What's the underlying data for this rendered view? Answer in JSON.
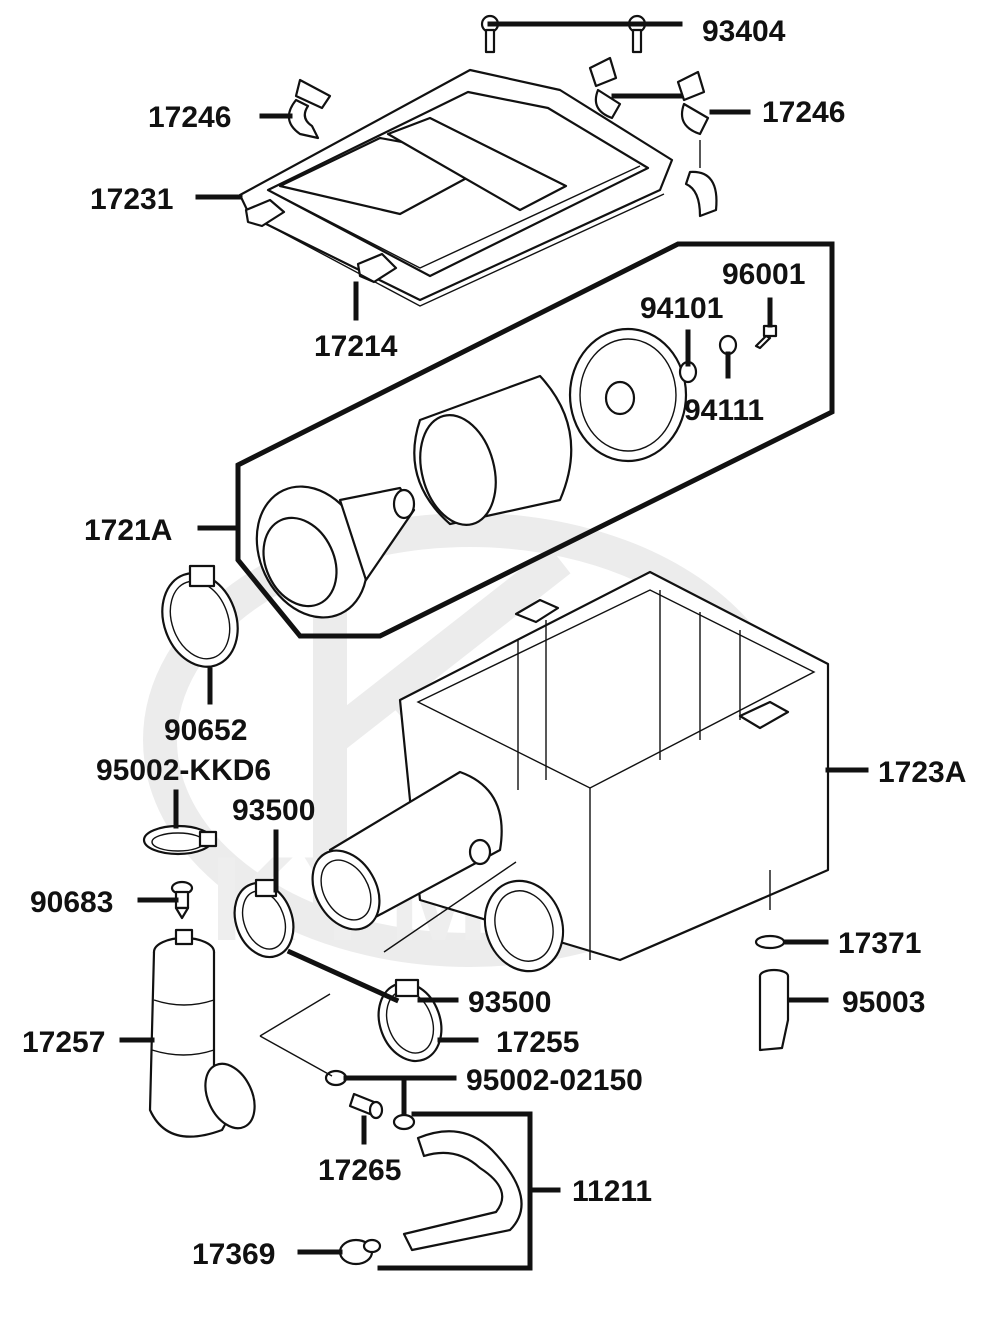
{
  "diagram": {
    "labels": {
      "p93404": "93404",
      "p17246_left": "17246",
      "p17246_right": "17246",
      "p17231": "17231",
      "p17214": "17214",
      "p96001": "96001",
      "p94101": "94101",
      "p94111": "94111",
      "p1721A": "1721A",
      "p90652": "90652",
      "p95002_kkd6": "95002-KKD6",
      "p93500_top": "93500",
      "p90683": "90683",
      "p1723A": "1723A",
      "p17371": "17371",
      "p95003": "95003",
      "p93500_bottom": "93500",
      "p17255": "17255",
      "p17257": "17257",
      "p95002_02150": "95002-02150",
      "p17265": "17265",
      "p11211": "11211",
      "p17369": "17369"
    },
    "watermark": "KYMCO"
  }
}
